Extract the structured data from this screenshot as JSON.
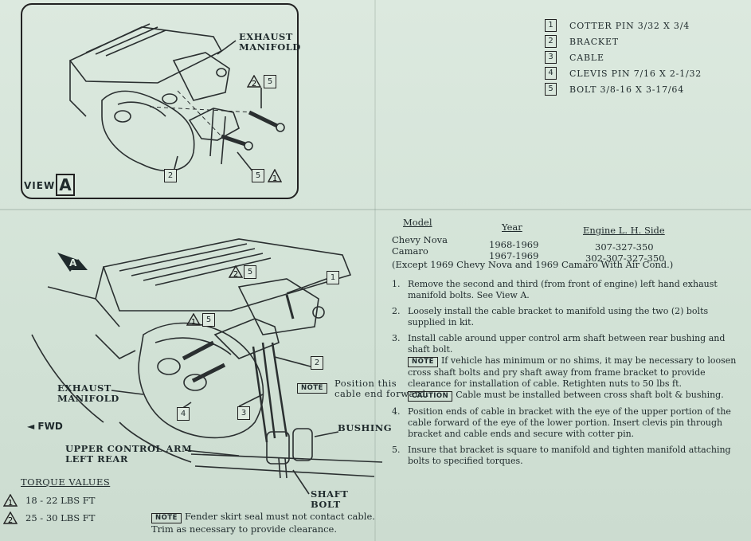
{
  "parts_list": [
    {
      "num": "1",
      "text": "COTTER PIN 3/32 X 3/4"
    },
    {
      "num": "2",
      "text": "BRACKET"
    },
    {
      "num": "3",
      "text": "CABLE"
    },
    {
      "num": "4",
      "text": "CLEVIS PIN 7/16 X 2-1/32"
    },
    {
      "num": "5",
      "text": "BOLT 3/8-16 X 3-17/64"
    }
  ],
  "view_a": {
    "view_label": "VIEW",
    "view_letter": "A",
    "exhaust_label": "EXHAUST\nMANIFOLD",
    "callouts": {
      "top_tri": "2",
      "top_box": "5",
      "bracket": "2",
      "bottom_box": "5",
      "bottom_tri": "1"
    }
  },
  "main_view": {
    "view_arrow_letter": "A",
    "fwd_label": "FWD",
    "exhaust_label": "EXHAUST\nMANIFOLD",
    "upper_control_arm_label": "UPPER CONTROL ARM\nLEFT REAR",
    "bushing_label": "BUSHING",
    "shaft_bolt_label": "SHAFT\nBOLT",
    "note_tag": "NOTE",
    "note_position": "Position this\ncable end forward.",
    "callouts": {
      "c1": "1",
      "c2": "2",
      "c3": "3",
      "c4": "4",
      "c_tri2": "2",
      "c_box5a": "5",
      "c_tri1": "1",
      "c_box5b": "5"
    }
  },
  "model_table": {
    "headers": {
      "model": "Model",
      "year": "Year",
      "engine": "Engine L. H. Side"
    },
    "rows": [
      {
        "model": "Chevy Nova",
        "year": "1968-1969",
        "engine": "307-327-350"
      },
      {
        "model": "Camaro",
        "year": "1967-1969",
        "engine": "302-307-327-350"
      }
    ],
    "exception": "(Except 1969 Chevy Nova and 1969 Camaro With Air Cond.)"
  },
  "instructions": [
    {
      "n": "1.",
      "text": "Remove the second and third (from front of engine) left hand exhaust manifold bolts.  See View A."
    },
    {
      "n": "2.",
      "text": "Loosely install the cable bracket to manifold using the two (2) bolts supplied in kit."
    },
    {
      "n": "3.",
      "text": "Install cable around upper control arm shaft between rear bushing and shaft bolt.",
      "note_tag": "NOTE",
      "note_text": "If vehicle has minimum or no shims, it may be necessary to loosen cross shaft bolts and pry shaft away from frame bracket to provide clearance for installation of cable.  Retighten nuts to 50 lbs ft.",
      "caution_tag": "CAUTION",
      "caution_text": "Cable must be installed between cross shaft bolt & bushing."
    },
    {
      "n": "4.",
      "text": "Position ends of cable in bracket with the eye of the upper portion of the cable forward of the eye of the lower portion.  Insert clevis pin through bracket and cable ends and secure with cotter pin."
    },
    {
      "n": "5.",
      "text": "Insure that bracket is square to manifold and tighten manifold attaching bolts to specified torques."
    }
  ],
  "torque": {
    "title": "TORQUE VALUES",
    "rows": [
      {
        "sym": "1",
        "text": "18 - 22 LBS FT"
      },
      {
        "sym": "2",
        "text": "25 - 30 LBS FT"
      }
    ]
  },
  "bottom_note": {
    "tag": "NOTE",
    "line1": "Fender skirt seal must not contact cable.",
    "line2": "Trim as necessary to provide clearance."
  },
  "colors": {
    "paper": "#d6e4da",
    "ink": "#1f2a2c"
  }
}
